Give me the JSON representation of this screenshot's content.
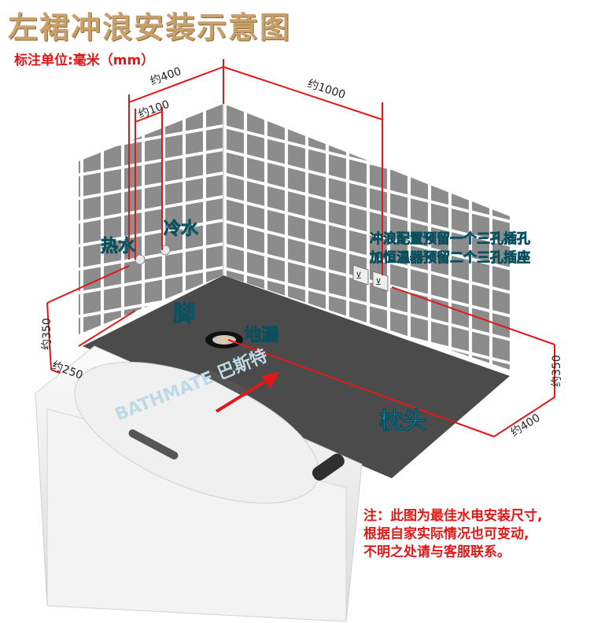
{
  "title": "左裙冲浪安装示意图",
  "unit_note": "标注单位:毫米（mm）",
  "dimensions": {
    "d400_top": "约400",
    "d100": "约100",
    "d1000": "约1000",
    "d350_left": "约350",
    "d250": "约250",
    "d350_right": "约350",
    "d400_right": "约400"
  },
  "labels": {
    "hot_water": "热水",
    "cold_water": "冷水",
    "foot": "脚",
    "floor_drain": "地漏",
    "pillow": "枕头",
    "socket_line1": "冲浪配置预留一个三孔插孔",
    "socket_line2": "加恒温器预留二个三孔插座",
    "brand": "BATHMATE 巴斯特"
  },
  "note": {
    "line1": "注：此图为最佳水电安装尺寸,",
    "line2": "根据自家实际情况也可变动,",
    "line3": "不明之处请与客服联系。"
  },
  "colors": {
    "title": "#c9a06a",
    "dimension_red": "#e01818",
    "label_blue": "#1fb5d6",
    "tile": "#8f8f8f",
    "floor": "#4b4b4b"
  }
}
